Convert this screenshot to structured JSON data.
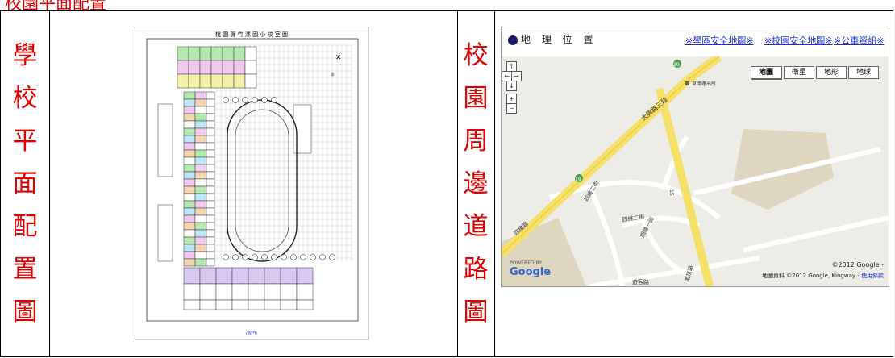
{
  "page_title": "校園平面配置",
  "left_label": "學校平面配置圖",
  "right_label": "校園周邊道路圖",
  "floor_plan": {
    "title": "桃 園 縣 竹 漯 國 小 校 室 圖",
    "legend_mark": "本",
    "bottom_label": "(校門)"
  },
  "map": {
    "logo_text": "地 理 位 置",
    "links": [
      "※學區安全地圖※",
      "※校園安全地圖※",
      "※公車資訊※"
    ],
    "map_types": [
      "地圖",
      "衛星",
      "地形",
      "地球"
    ],
    "active_type": "地圖",
    "nav_controls": [
      "↑",
      "←",
      "→",
      "↓",
      "+",
      "−"
    ],
    "roads": [
      "大興路三段",
      "四維二街",
      "四維路",
      "四維一街",
      "四維二街",
      "南京路",
      "遊客路",
      "19",
      "19",
      "15"
    ],
    "poi": "草濠路出所",
    "powered_by": "POWERED BY",
    "google": "Google",
    "copyright": "©2012 Google -",
    "attribution": "地圖資料 ©2012 Google, Kingway -",
    "terms": "使用條款"
  }
}
